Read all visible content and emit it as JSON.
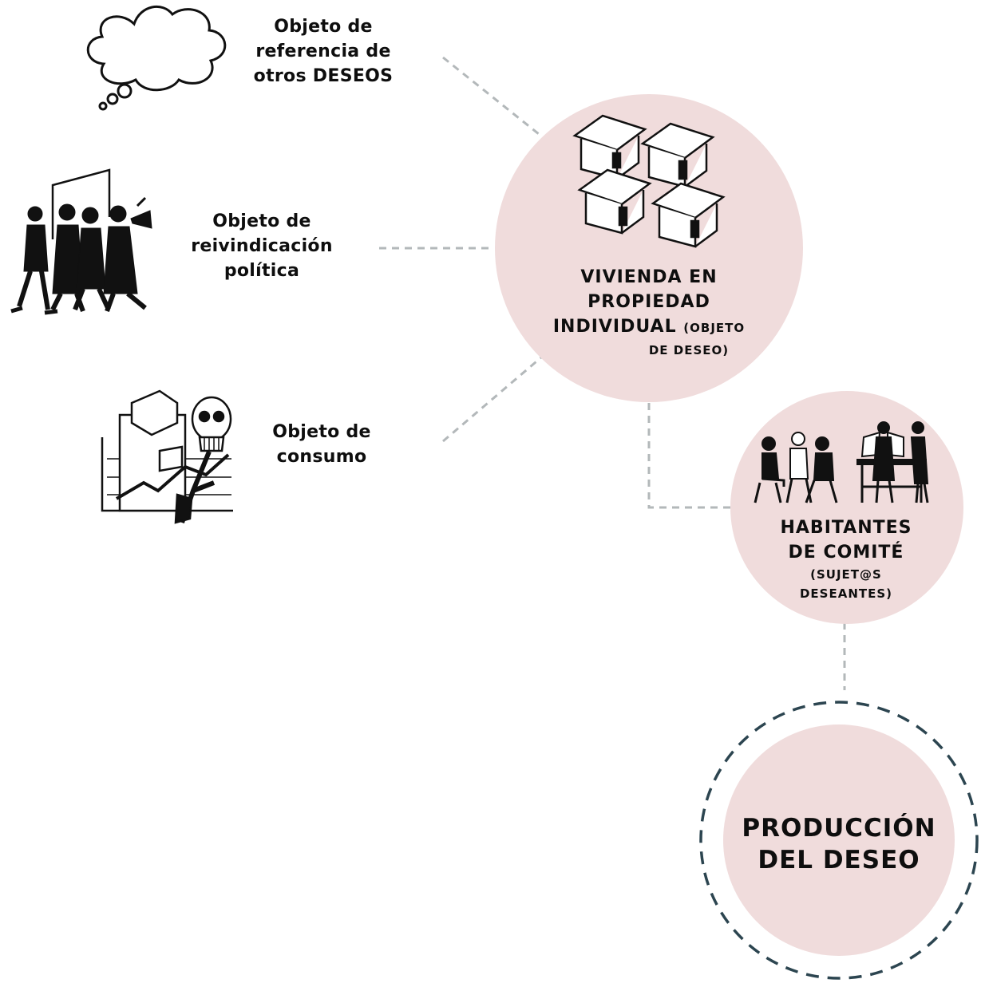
{
  "nodes": {
    "referencia": {
      "lines": [
        "Objeto de",
        "referencia de",
        "otros DESEOS"
      ]
    },
    "reivindicacion": {
      "lines": [
        "Objeto de",
        "reivindicación",
        "política"
      ]
    },
    "consumo": {
      "lines": [
        "Objeto de",
        "consumo"
      ]
    },
    "vivienda": {
      "line1": "VIVIENDA EN",
      "line2": "PROPIEDAD",
      "line3": "INDIVIDUAL",
      "line3_sub": "(OBJETO",
      "line4": "DE DESEO)"
    },
    "habitantes": {
      "line1": "HABITANTES",
      "line2": "DE COMITÉ",
      "line3": "(SUJET@S",
      "line4": "DESEANTES)"
    },
    "produccion": {
      "line1": "PRODUCCIÓN",
      "line2": "DEL DESEO"
    }
  },
  "colors": {
    "circle_fill": "#f0dcdc",
    "connector": "#b3b8ba",
    "dashed_ring": "#2c4550",
    "ink": "#0e0e0e"
  },
  "icons": [
    "thought-bubble-icon",
    "protest-march-icon",
    "consumption-skull-chart-icon",
    "houses-icon",
    "committee-people-icon"
  ]
}
